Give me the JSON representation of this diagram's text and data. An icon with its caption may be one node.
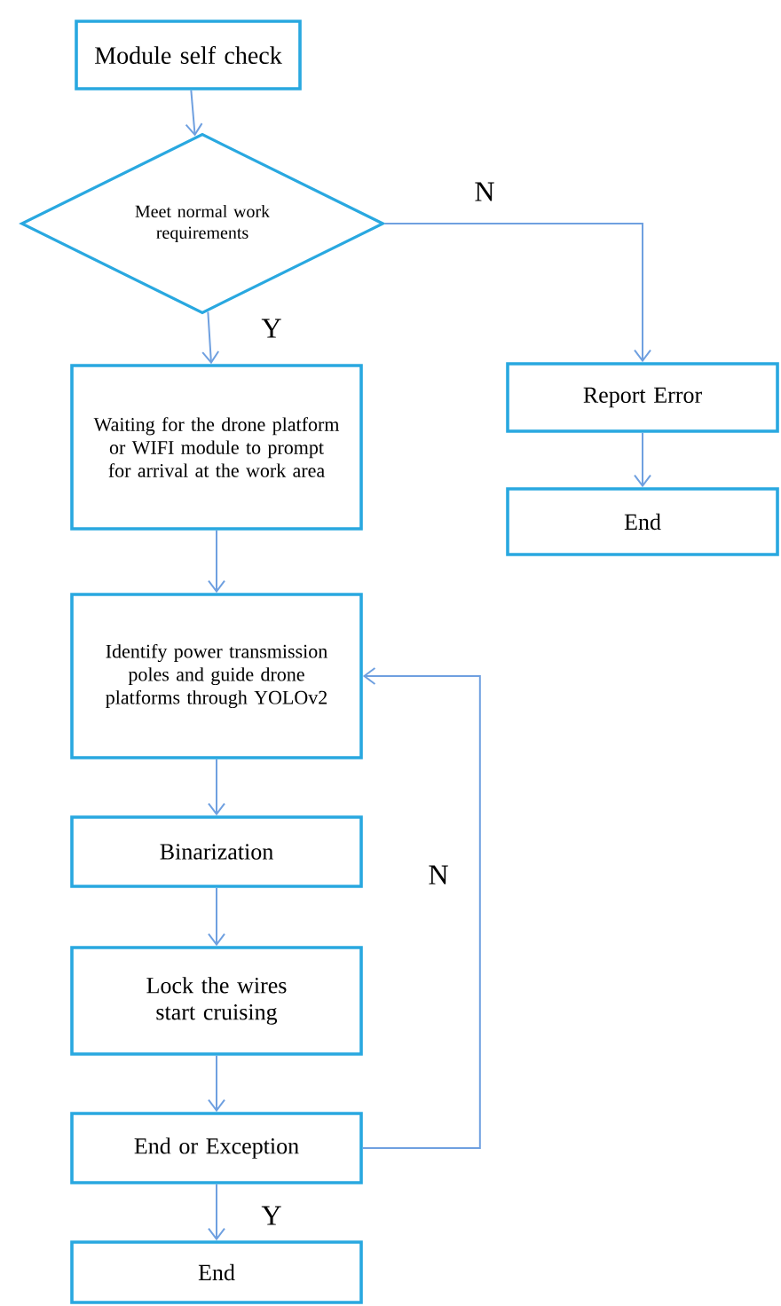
{
  "diagram": {
    "nodes": [
      {
        "text": [
          "Module self check"
        ]
      },
      {
        "text": [
          "Meet normal work requirements"
        ]
      },
      {
        "text": [
          "Waiting for the drone platform or WIFI module to prompt for arrival at the work area"
        ]
      },
      {
        "text": [
          "Report Error"
        ]
      },
      {
        "text": [
          "End"
        ]
      },
      {
        "text": [
          "Identify power transmission poles and guide drone platforms through YOLOv2"
        ]
      },
      {
        "text": [
          "Binarization"
        ]
      },
      {
        "text": [
          "Lock the wires start cruising"
        ]
      },
      {
        "text": [
          "End or Exception"
        ]
      },
      {
        "text": [
          "End"
        ]
      }
    ],
    "edges": [
      {
        "from": 0,
        "to": 1,
        "arrow": "to"
      },
      {
        "from": 1,
        "to": 2,
        "arrow": "to",
        "label": "Y"
      },
      {
        "from": 1,
        "to": 3,
        "arrow": "to",
        "label": "N"
      },
      {
        "from": 3,
        "to": 4,
        "arrow": "to"
      },
      {
        "from": 2,
        "to": 5,
        "arrow": "to"
      },
      {
        "from": 5,
        "to": 6,
        "arrow": "to"
      },
      {
        "from": 6,
        "to": 7,
        "arrow": "to"
      },
      {
        "from": 7,
        "to": 8,
        "arrow": "to"
      },
      {
        "from": 8,
        "to": 9,
        "arrow": "to",
        "label": "Y"
      },
      {
        "from": 8,
        "to": 5,
        "arrow": "to",
        "label": "N"
      }
    ]
  }
}
